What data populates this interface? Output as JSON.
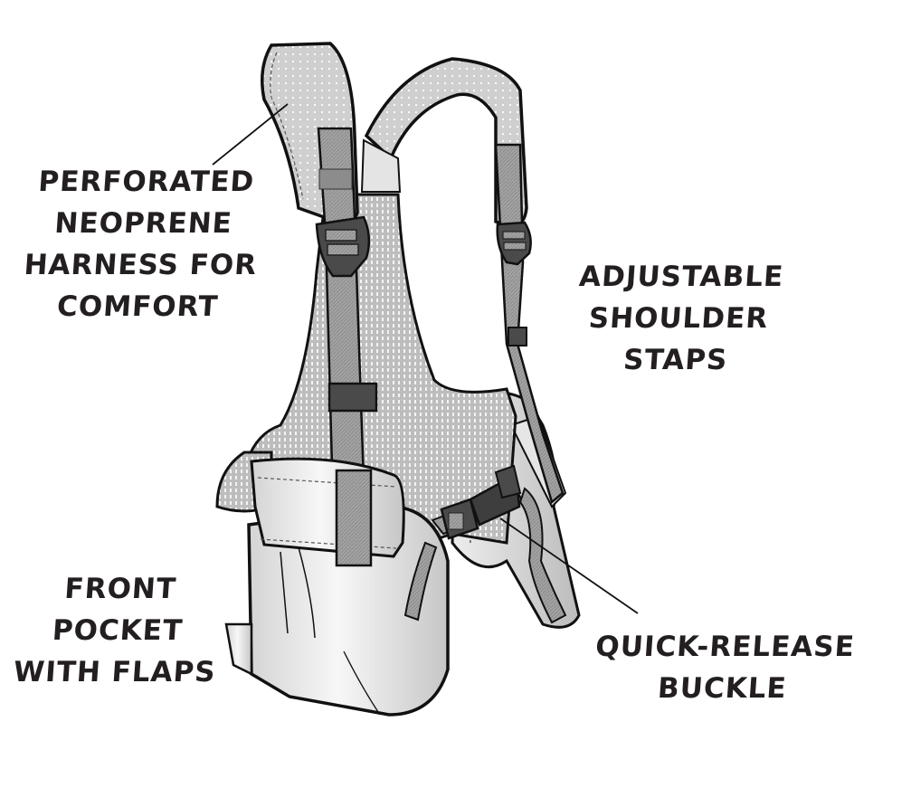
{
  "figure": {
    "subject": "Vest harness with front pockets",
    "colors": {
      "ink": "#231f20",
      "outline": "#111111",
      "buckle": "#4a4a4a",
      "webbing": "#9a9a9a",
      "padding": "#cfcfcf",
      "mesh": "#bdbdbd",
      "panel_light": "#f2f2f2",
      "panel_shade": "#c8c8c8"
    }
  },
  "callouts": [
    {
      "id": "harness",
      "lines": [
        "Perforated",
        "Neoprene",
        "Harness for",
        "Comfort"
      ]
    },
    {
      "id": "straps",
      "lines": [
        "Adjustable",
        "Shoulder",
        "Staps"
      ]
    },
    {
      "id": "pocket",
      "lines": [
        "Front",
        "Pocket",
        "With Flaps"
      ]
    },
    {
      "id": "buckle",
      "lines": [
        "Quick-Release",
        "Buckle"
      ]
    }
  ]
}
